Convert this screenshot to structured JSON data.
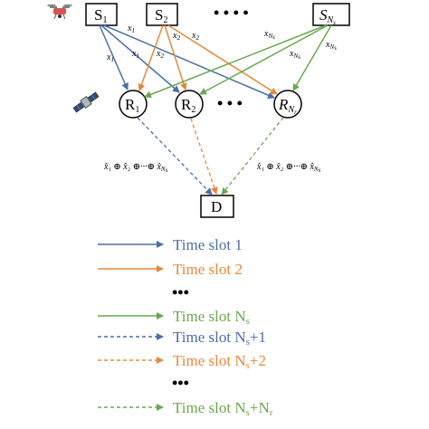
{
  "colors": {
    "blue": "#4a6fa5",
    "orange": "#e8883a",
    "green": "#6aa84f",
    "black": "#000000"
  },
  "icons": {
    "drone": "drone-icon",
    "satellite": "satellite-icon"
  },
  "nodes": {
    "S1": {
      "base": "S",
      "sub": "1",
      "subsub": ""
    },
    "S2": {
      "base": "S",
      "sub": "2",
      "subsub": ""
    },
    "SNs": {
      "base": "S",
      "sub": "N",
      "subsub": "s"
    },
    "R1": {
      "base": "R",
      "sub": "1",
      "subsub": ""
    },
    "R2": {
      "base": "R",
      "sub": "2",
      "subsub": ""
    },
    "RNr": {
      "base": "R",
      "sub": "N",
      "subsub": "r"
    },
    "D": {
      "base": "D",
      "sub": "",
      "subsub": ""
    }
  },
  "ellipsis": {
    "sources": "•    •    •    •",
    "relays": "•   •   •"
  },
  "edge_labels": {
    "x1": {
      "base": "x",
      "sub": "1",
      "subsub": ""
    },
    "x2": {
      "base": "x",
      "sub": "2",
      "subsub": ""
    },
    "xNs": {
      "base": "x",
      "sub": "N",
      "subsub": "s"
    }
  },
  "xor_label": {
    "left": "x̂₁ ⊕ x̂₂ ⊕···⊕ x̂",
    "right": "x̂₁ ⊕ x̂₂ ⊕···⊕ x̂",
    "sub": "N",
    "subsub": "s"
  },
  "legend": [
    {
      "style": "solid",
      "color": "blue",
      "text": "Time slot",
      "num": "1",
      "sub": "",
      "tail": ""
    },
    {
      "style": "solid",
      "color": "orange",
      "text": "Time slot",
      "num": "2",
      "sub": "",
      "tail": ""
    },
    {
      "style": "dots",
      "text": "•••"
    },
    {
      "style": "solid",
      "color": "green",
      "text": "Time slot",
      "num": "N",
      "sub": "s",
      "tail": ""
    },
    {
      "style": "dashed",
      "color": "blue",
      "text": "Time slot",
      "num": "N",
      "sub": "s",
      "tail": "+1"
    },
    {
      "style": "dashed",
      "color": "orange",
      "text": "Time slot",
      "num": "N",
      "sub": "s",
      "tail": "+2"
    },
    {
      "style": "dots",
      "text": "•••"
    },
    {
      "style": "dashed",
      "color": "green",
      "text": "Time slot",
      "num": "N",
      "sub": "s",
      "tail": "+N",
      "sub2": "r"
    }
  ]
}
